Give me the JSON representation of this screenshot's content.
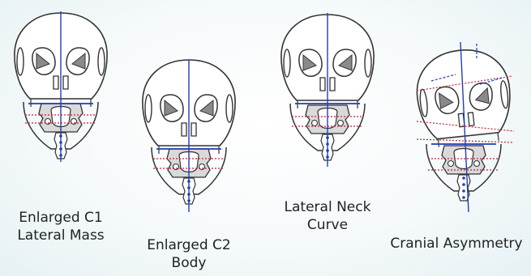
{
  "colors": {
    "background": "#eef6f8",
    "outline": "#333333",
    "midline": "#1f3fb3",
    "reference_dotted": "#c0243a",
    "cervical_fill": "#d9d9d9"
  },
  "figures": [
    {
      "id": "enlarged-c1-lateral-mass",
      "caption": [
        "Enlarged C1",
        "Lateral Mass"
      ]
    },
    {
      "id": "enlarged-c2-body",
      "caption": [
        "Enlarged C2",
        "Body"
      ]
    },
    {
      "id": "lateral-neck-curve",
      "caption": [
        "Lateral Neck",
        "Curve"
      ]
    },
    {
      "id": "cranial-asymmetry",
      "caption": [
        "Cranial Asymmetry"
      ]
    }
  ]
}
